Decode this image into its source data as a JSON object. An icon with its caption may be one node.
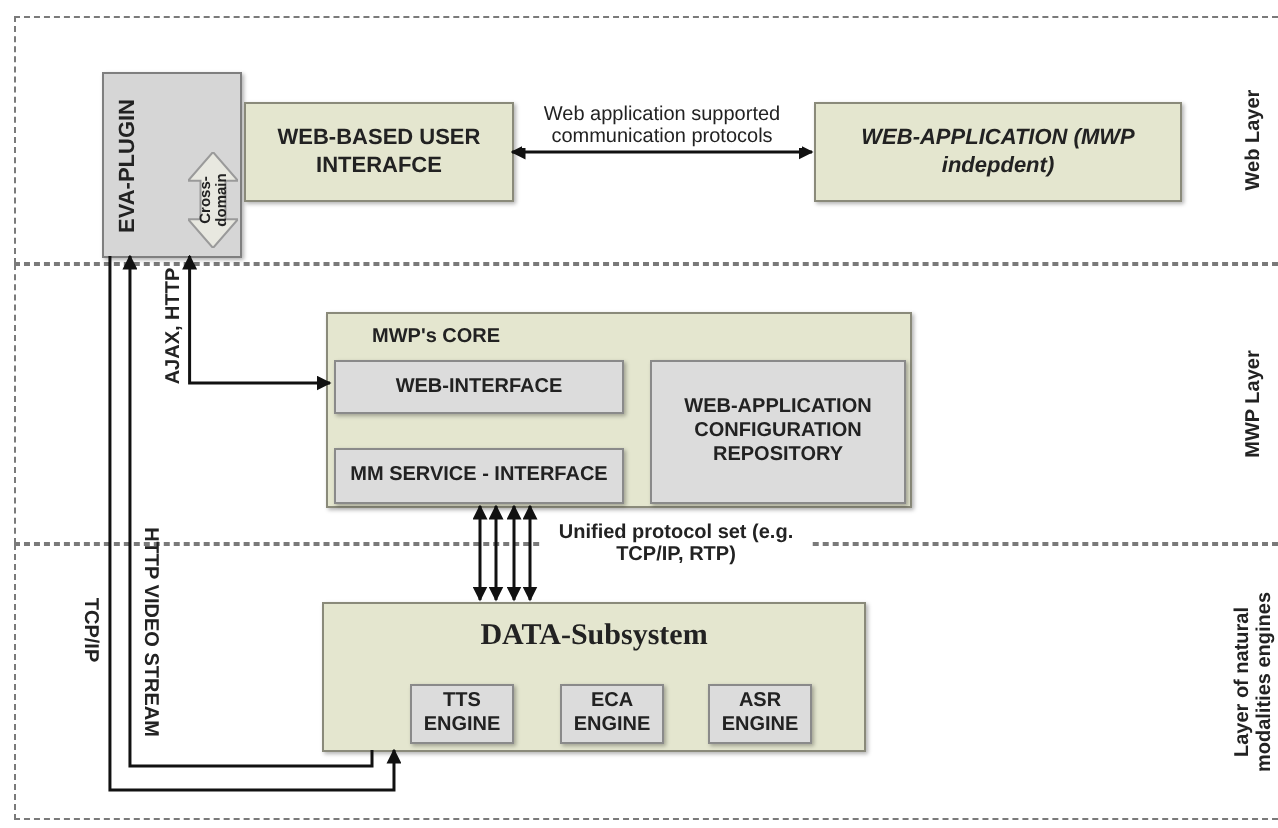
{
  "diagram": {
    "nodes": [
      {
        "text": [
          "Web Layer"
        ]
      },
      {
        "text": [
          "EVA-PLUGIN"
        ],
        "in": 0
      },
      {
        "text": [
          "WEB-BASED USER INTERAFCE"
        ],
        "in": 0
      },
      {
        "text": [
          "Cross-domain"
        ],
        "in": 1
      },
      {
        "text": [
          "WEB-APPLICATION (MWP indepdent)"
        ],
        "in": 0
      },
      {
        "text": [
          "MWP Layer"
        ]
      },
      {
        "text": [
          "MWP's CORE"
        ],
        "in": 5
      },
      {
        "text": [
          "WEB-INTERFACE"
        ],
        "in": 6
      },
      {
        "text": [
          "MM SERVICE - INTERFACE"
        ],
        "in": 6
      },
      {
        "text": [
          "WEB-APPLICATION CONFIGURATION REPOSITORY"
        ],
        "in": 6
      },
      {
        "text": [
          "Layer of natural modalities engines"
        ]
      },
      {
        "text": [
          "DATA-Subsystem"
        ],
        "in": 10
      },
      {
        "text": [
          "TTS ENGINE"
        ],
        "in": 11
      },
      {
        "text": [
          "ECA ENGINE"
        ],
        "in": 11
      },
      {
        "text": [
          "ASR ENGINE"
        ],
        "in": 11
      }
    ],
    "edges": [
      {
        "from": 4,
        "to": 2,
        "arrow": "both",
        "label": "Web application supported communication protocols"
      },
      {
        "from": 7,
        "to": 1,
        "arrow": "both",
        "label": "AJAX, HTTP"
      },
      {
        "from": 11,
        "to": 1,
        "arrow": "to",
        "label": "HTTP VIDEO STREAM"
      },
      {
        "from": 1,
        "to": 11,
        "arrow": "to",
        "label": "TCP/IP"
      },
      {
        "from": 6,
        "to": 11,
        "arrow": "both"
      },
      {
        "from": 6,
        "to": 11,
        "arrow": "both"
      },
      {
        "from": 6,
        "to": 11,
        "arrow": "both"
      },
      {
        "from": 6,
        "to": 11,
        "arrow": "both",
        "label": "Unified protocol set (e.g. TCP/IP, RTP)"
      }
    ]
  }
}
